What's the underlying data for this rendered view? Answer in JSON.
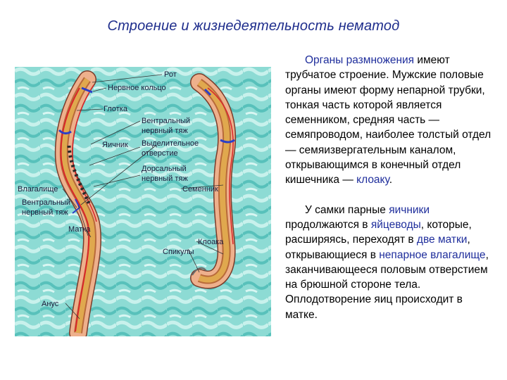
{
  "title": "Строение и жизнедеятельность нематод",
  "figure": {
    "labels": {
      "rot": "Рот",
      "nervnoe_koltso": "Нервное кольцо",
      "glotka": "Глотка",
      "ventralnyi_1": "Вентральный",
      "nervnyi_tyazh_1": "нервный тяж",
      "vydelitelnoe": "Выделительное",
      "otverstie": "отверстие",
      "yaichnik": "Яичник",
      "dorsalnyi": "Дорсальный",
      "nervnyi_tyazh_2": "нервный тяж",
      "vlagalishche": "Влагалище",
      "semennik": "Семенник",
      "ventralnyi_2": "Вентральный",
      "nervnyi_tyazh_3": "нервный тяж",
      "matka": "Матка",
      "kloaka": "Клоака",
      "spikuly": "Спикулы",
      "anus": "Анус"
    }
  },
  "paragraph1": {
    "hl1": "Органы размножения",
    "t1": " имеют трубчатое строение. Мужские половые органы имеют форму непарной трубки, тонкая часть которой является семенником, средняя часть — семяпроводом, наиболее толстый отдел — семяизвергательным каналом, открывающимся в конечный отдел кишечника — ",
    "hl2": "клоаку",
    "t2": "."
  },
  "paragraph2": {
    "t0": "У самки парные ",
    "hl1": "яичники",
    "t1": " продолжаются в ",
    "hl2": "яйцеводы",
    "t2": ", которые, расширяясь, переходят в ",
    "hl3": "две матки",
    "t3": ", открывающиеся в ",
    "hl4": "непарное влагалище",
    "t4": ", заканчивающееся половым отверстием на брюшной стороне тела. Оплодотворение яиц происходит в матке."
  },
  "colors": {
    "title": "#1e2d8c",
    "highlight": "#1f2e9c",
    "background_water": "#7fd6d0",
    "body_wall": "#e8a07a",
    "intestine": "#d9a24a",
    "ventral_cord": "#d8262b",
    "nerve_ring": "#2a3ec8"
  }
}
